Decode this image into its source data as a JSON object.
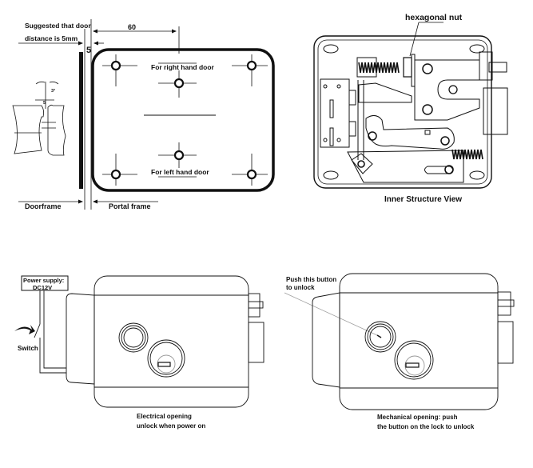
{
  "mounting_diagram": {
    "note_line1": "Suggested that door",
    "note_line2": "distance is 5mm",
    "gap_label": "5",
    "dimension_label": "60",
    "right_door_label": "For right hand door",
    "left_door_label": "For left hand door",
    "doorframe_label": "Doorframe",
    "portal_frame_label": "Portal frame",
    "angle_label": "3°",
    "small_gap_label": "5"
  },
  "inner_structure": {
    "callout_label": "hexagonal nut",
    "caption": "Inner Structure View"
  },
  "electrical_opening": {
    "power_line1": "Power supply:",
    "power_line2": "DC12V",
    "switch_label": "Switch",
    "caption_line1": "Electrical opening",
    "caption_line2": "unlock when power on"
  },
  "mechanical_opening": {
    "callout_line1": "Push this button",
    "callout_line2": "to unlock",
    "caption_line1": "Mechanical opening: push",
    "caption_line2": "the button on the lock to unlock"
  },
  "colors": {
    "ink": "#111111",
    "gray": "#9a9a9a",
    "background": "#ffffff"
  }
}
